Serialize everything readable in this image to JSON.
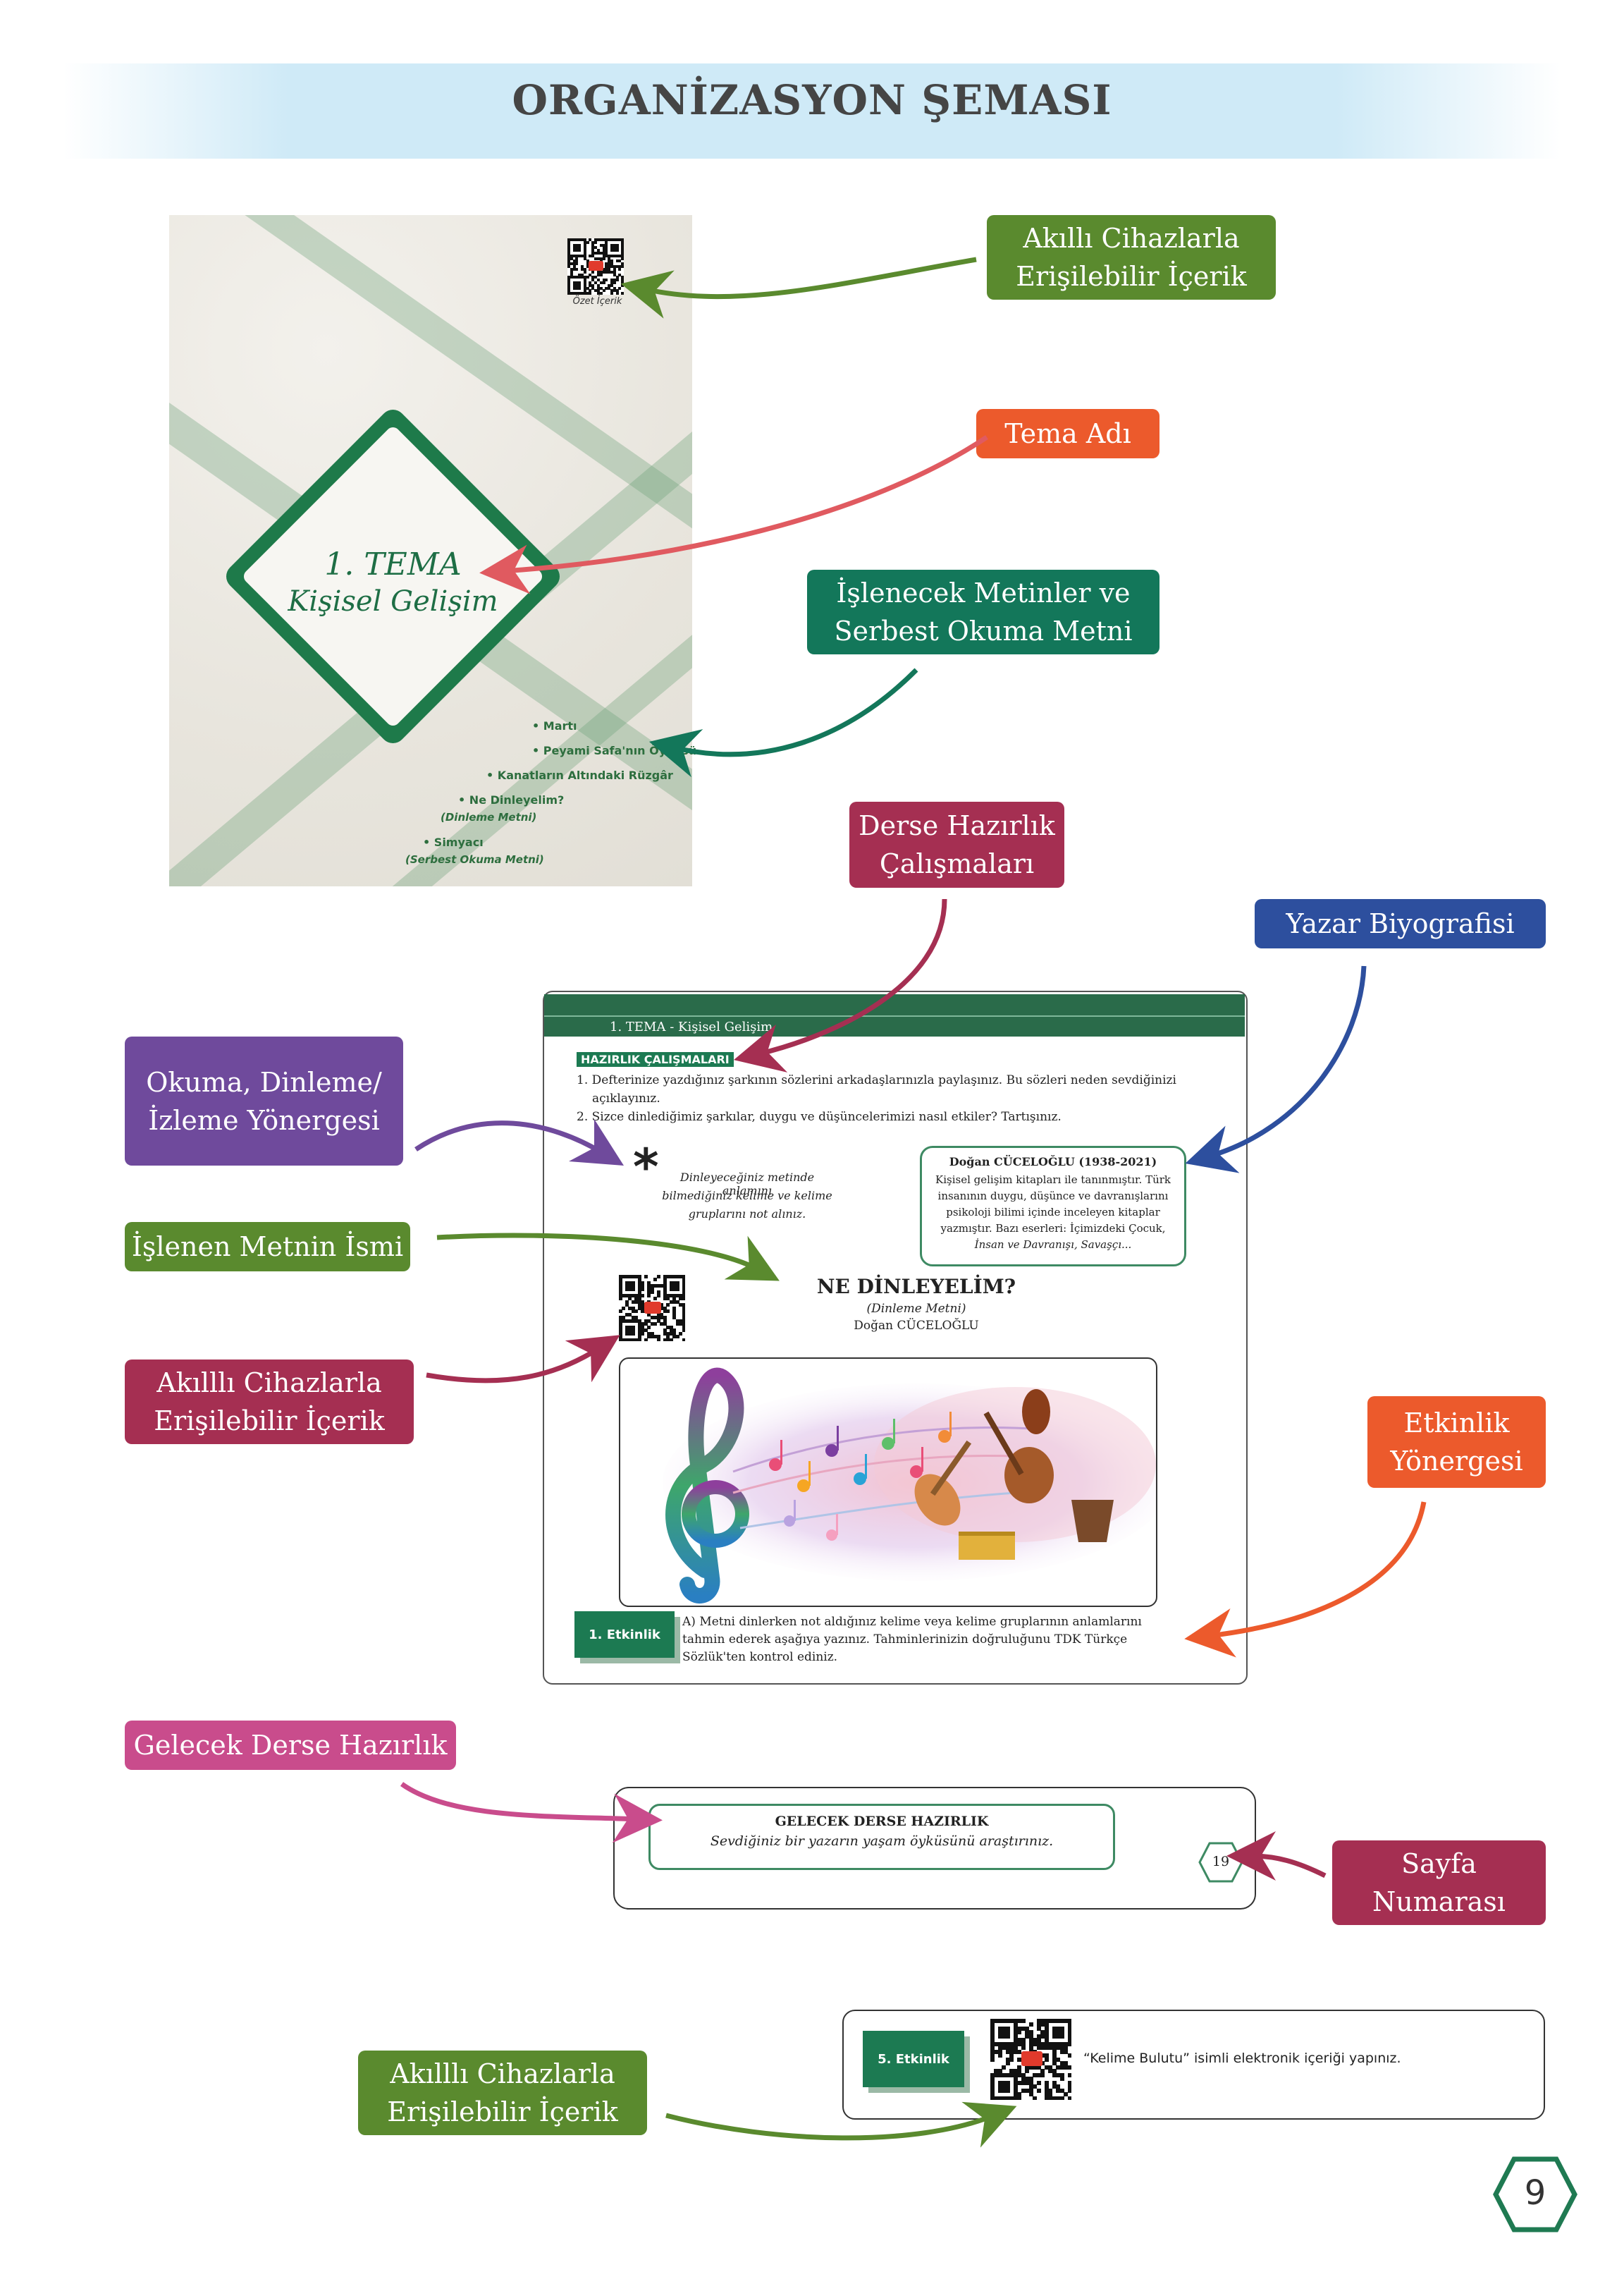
{
  "header": {
    "title": "ORGANİZASYON ŞEMASI"
  },
  "callouts": {
    "smart_device_1": [
      "Akıllı Cihazlarla",
      "Erişilebilir İçerik"
    ],
    "theme_name": "Tema Adı",
    "texts": [
      "İşlenecek Metinler ve",
      "Serbest Okuma Metni"
    ],
    "lesson_prep": [
      "Derse Hazırlık",
      "Çalışmaları"
    ],
    "author_bio": "Yazar Biyografisi",
    "reading_instr": [
      "Okuma, Dinleme/",
      "İzleme Yönergesi"
    ],
    "text_name": "İşlenen Metnin İsmi",
    "smart_device_2": [
      "Akılllı Cihazlarla",
      "Erişilebilir İçerik"
    ],
    "activity_instr": [
      "Etkinlik",
      "Yönergesi"
    ],
    "next_prep": "Gelecek Derse Hazırlık",
    "page_number": [
      "Sayfa",
      "Numarası"
    ],
    "smart_device_3": [
      "Akılllı Cihazlarla",
      "Erişilebilir İçerik"
    ]
  },
  "cover": {
    "qr_caption": "Özet İçerik",
    "theme_line1": "1. TEMA",
    "theme_line2": "Kişisel Gelişim",
    "texts": [
      "• Martı",
      "• Peyami Safa'nın Öyküsü",
      "• Kanatların Altındaki Rüzgâr",
      "• Ne Dinleyelim?",
      "(Dinleme Metni)",
      "• Simyacı",
      "(Serbest Okuma Metni)"
    ]
  },
  "lesson_page": {
    "header": "1. TEMA - Kişisel Gelişim",
    "prep_heading": "HAZIRLIK ÇALIŞMALARI",
    "prep_items": [
      "1. Defterinize yazdığınız şarkının sözlerini arkadaşlarınızla paylaşınız. Bu sözleri neden sevdiğinizi",
      "açıklayınız.",
      "2. Sizce dinlediğimiz şarkılar, duygu ve düşüncelerimizi nasıl etkiler? Tartışınız."
    ],
    "note_star": "*",
    "note_lines": [
      "Dinleyeceğiniz metinde anlamını",
      "bilmediğiniz kelime ve kelime",
      "gruplarını not alınız."
    ],
    "bio_title": "Doğan CÜCELOĞLU (1938-2021)",
    "bio_lines": [
      "Kişisel gelişim kitapları ile tanınmıştır. Türk",
      "insanının duygu, düşünce ve davranışlarını",
      "psikoloji bilimi içinde inceleyen kitaplar",
      "yazmıştır. Bazı eserleri: İçimizdeki Çocuk,",
      "İnsan ve Davranışı, Savaşçı..."
    ],
    "text_title": "NE DİNLEYELİM?",
    "text_type": "(Dinleme Metni)",
    "text_author": "Doğan CÜCELOĞLU",
    "activity_label": "1. Etkinlik",
    "activity_lines": [
      "A) Metni dinlerken not aldığınız kelime veya kelime gruplarının anlamlarını",
      "tahmin ederek aşağıya yazınız. Tahminlerinizin doğruluğunu TDK Türkçe",
      "Sözlük'ten kontrol ediniz."
    ]
  },
  "next_prep_card": {
    "heading": "GELECEK DERSE HAZIRLIK",
    "text": "Sevdiğiniz bir yazarın yaşam öyküsünü araştırınız.",
    "page_no": "19"
  },
  "activity_card": {
    "label": "5. Etkinlik",
    "text": "“Kelime Bulutu” isimli elektronik içeriği yapınız."
  },
  "footer": {
    "page_number": "9"
  },
  "colors": {
    "green": "#5a8a2e",
    "teal": "#13775a",
    "orange": "#ec5a2c",
    "crimson": "#a52f52",
    "navy": "#2d4f9e",
    "purple": "#6f4a9c",
    "pink": "#c94c8c"
  }
}
